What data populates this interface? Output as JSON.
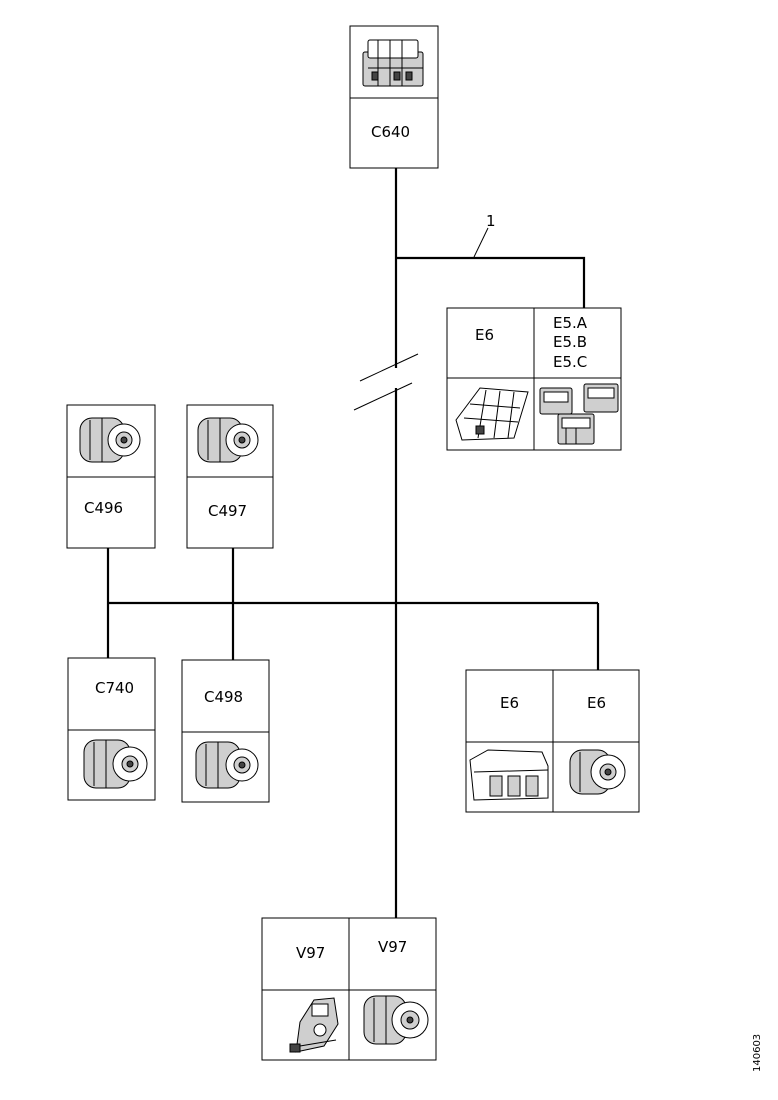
{
  "connectors": {
    "c640": "C640",
    "e6_top": "E6",
    "e5_a": "E5.A",
    "e5_b": "E5.B",
    "e5_c": "E5.C",
    "c496": "C496",
    "c497": "C497",
    "c740": "C740",
    "c498": "C498",
    "e6_right_a": "E6",
    "e6_right_b": "E6",
    "v97_a": "V97",
    "v97_b": "V97"
  },
  "callouts": {
    "branch_1": "1"
  },
  "doc_number": "140603"
}
